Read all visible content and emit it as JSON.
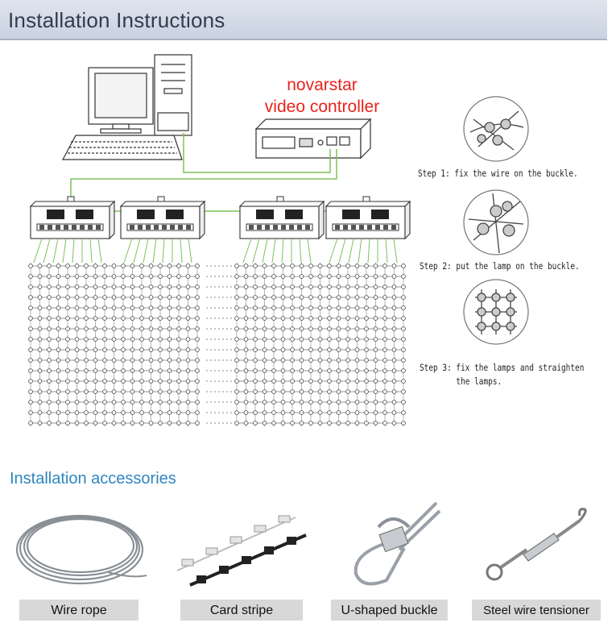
{
  "header": {
    "title": "Installation Instructions"
  },
  "controller": {
    "line1": "novarstar",
    "line2": "video controller"
  },
  "steps": [
    {
      "text": "Step 1: fix the wire on the buckle."
    },
    {
      "text": "Step 2: put the lamp on the buckle."
    },
    {
      "text": "Step 3: fix the lamps and straighten\n        the lamps."
    }
  ],
  "accessories": {
    "title": "Installation accessories",
    "items": [
      {
        "label": "Wire rope"
      },
      {
        "label": "Card stripe"
      },
      {
        "label": "U-shaped buckle"
      },
      {
        "label": "Steel wire tensioner"
      }
    ]
  },
  "colors": {
    "header_text": "#333c4c",
    "controller_label": "#e8231c",
    "wire": "#7cc35a",
    "accessories_title": "#2f86c0"
  },
  "icons": [
    "computer-icon",
    "video-controller-icon",
    "receiver-box-icon",
    "led-grid-icon"
  ]
}
